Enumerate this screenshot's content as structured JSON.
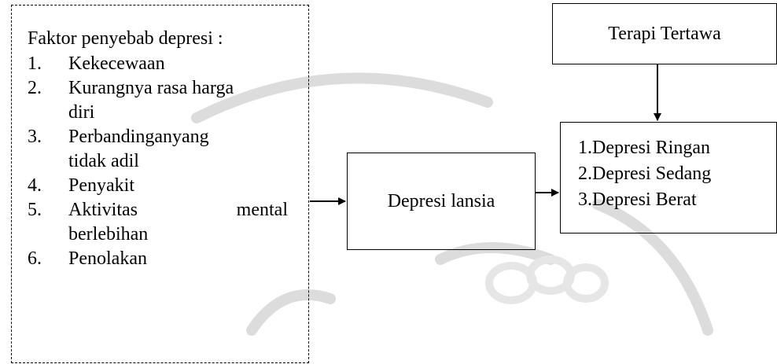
{
  "factors": {
    "title": "Faktor penyebab depresi :",
    "items": [
      {
        "num": "1.",
        "lines": [
          "Kekecewaan"
        ]
      },
      {
        "num": "2.",
        "lines": [
          "Kurangnya rasa harga",
          "diri"
        ]
      },
      {
        "num": "3.",
        "lines": [
          "Perbandinganyang",
          "tidak adil"
        ]
      },
      {
        "num": "4.",
        "lines": [
          "Penyakit"
        ]
      },
      {
        "num": "5.",
        "lines": [
          "Aktivitas mental",
          "berlebihan"
        ],
        "justify_first": true
      },
      {
        "num": "6.",
        "lines": [
          "Penolakan"
        ]
      }
    ]
  },
  "therapy": {
    "label": "Terapi Tertawa"
  },
  "depression": {
    "label": "Depresi lansia"
  },
  "levels": [
    "1.Depresi Ringan",
    "2.Depresi Sedang",
    "3.Depresi Berat"
  ]
}
